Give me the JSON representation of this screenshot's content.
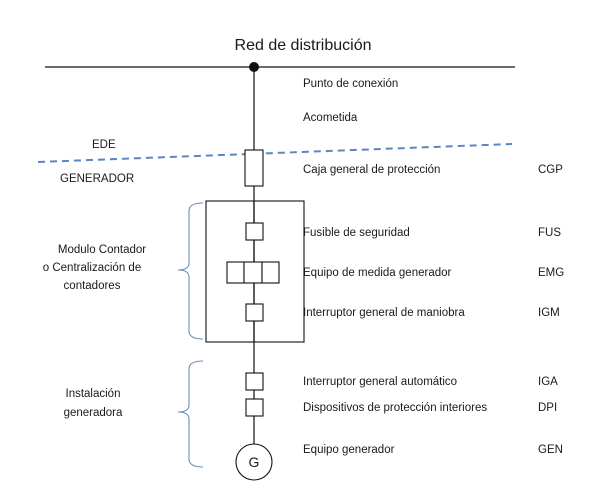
{
  "title": "Red de distribución",
  "point_labels": {
    "connection": "Punto de conexión",
    "service": "Acometida"
  },
  "boundary": {
    "upper": "EDE",
    "lower": "GENERADOR"
  },
  "components": [
    {
      "label": "Caja general de protección",
      "code": "CGP"
    },
    {
      "label": "Fusible de seguridad",
      "code": "FUS"
    },
    {
      "label": "Equipo de medida generador",
      "code": "EMG"
    },
    {
      "label": "Interruptor general de maniobra",
      "code": "IGM"
    },
    {
      "label": "Interruptor general automático",
      "code": "IGA"
    },
    {
      "label": "Dispositivos de protección interiores",
      "code": "DPI"
    },
    {
      "label": "Equipo generador",
      "code": "GEN"
    }
  ],
  "groups": {
    "module": [
      "Modulo Contador",
      "o Centralización de",
      "contadores"
    ],
    "installation": [
      "Instalación",
      "generadora"
    ]
  },
  "generator_symbol": "G",
  "colors": {
    "line": "#111111",
    "dashed_boundary": "#5b86c2",
    "brace": "#6d8fb8"
  }
}
